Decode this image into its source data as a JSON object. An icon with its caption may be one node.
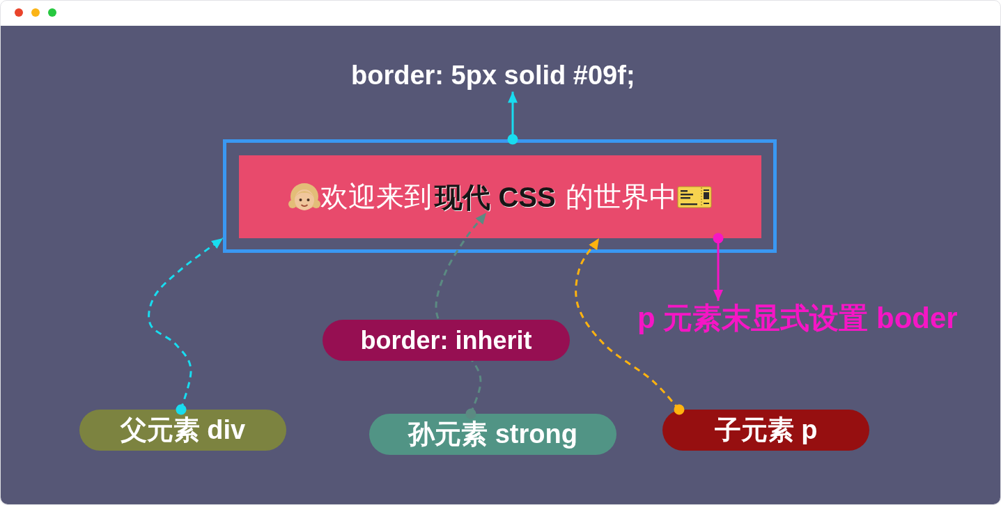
{
  "diagram": {
    "nodes": [
      {
        "text": [
          "border: 5px solid #09f;"
        ]
      },
      {
        "text": [],
        "shape": "box"
      },
      {
        "text": [
          "欢迎来到",
          "的世界中"
        ],
        "in": 1
      },
      {
        "text": [
          "现代 CSS"
        ],
        "in": 2
      },
      {
        "text": [
          "p 元素末显式设置 boder"
        ]
      },
      {
        "text": [
          "父元素 div"
        ]
      },
      {
        "text": [
          "孙元素 strong"
        ]
      },
      {
        "text": [
          "子元素 p"
        ]
      }
    ],
    "edges": [
      {
        "from": 1,
        "to": 0,
        "arrow": "to",
        "color": "#19dcef"
      },
      {
        "from": 2,
        "to": 4,
        "arrow": "to",
        "color": "#f516c5"
      },
      {
        "from": 5,
        "to": 1,
        "arrow": "to",
        "style": "dashed",
        "color": "#19dcef"
      },
      {
        "from": 6,
        "to": 3,
        "arrow": "to",
        "style": "dashed",
        "color": "#5b8a82",
        "label": "border: inherit"
      },
      {
        "from": 7,
        "to": 2,
        "arrow": "to",
        "style": "dashed",
        "color": "#ffb30f"
      }
    ]
  }
}
